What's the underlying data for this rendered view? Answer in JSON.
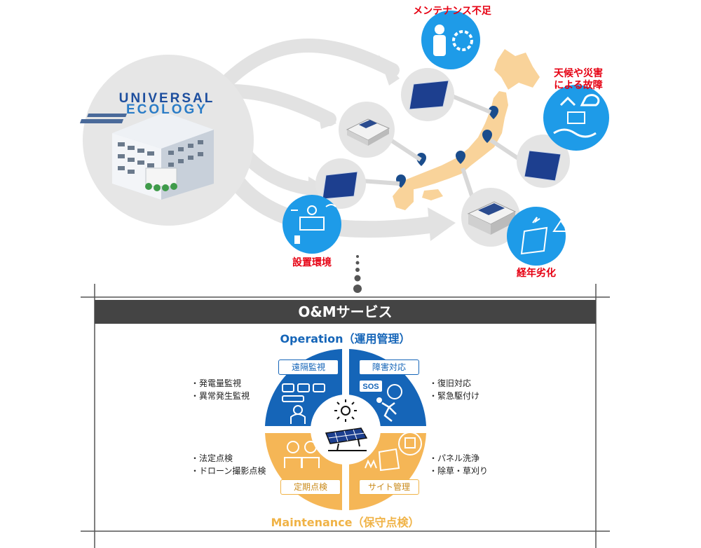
{
  "company": {
    "logo_line1": "UNIVERSAL",
    "logo_line2": "ECOLOGY"
  },
  "issues": {
    "maintenance": "メンテナンス不足",
    "weather_line1": "天候や災害",
    "weather_line2": "による故障",
    "environment": "設置環境",
    "aging": "経年劣化"
  },
  "service": {
    "title": "O&Mサービス",
    "operation_title": "Operation（運用管理）",
    "maintenance_title": "Maintenance（保守点検）",
    "quadrants": {
      "remote_monitoring": "遠隔監視",
      "fault_response": "障害対応",
      "periodic_inspection": "定期点検",
      "site_management": "サイト管理"
    },
    "bullets": {
      "remote_monitoring": [
        "・発電量監視",
        "・異常発生監視"
      ],
      "fault_response": [
        "・復旧対応",
        "・緊急駆付け"
      ],
      "periodic_inspection": [
        "・法定点検",
        "・ドローン撮影点検"
      ],
      "site_management": [
        "・パネル洗浄",
        "・除草・草刈り"
      ]
    },
    "sos_text": "SOS"
  },
  "colors": {
    "operation_blue": "#1565b8",
    "maintenance_orange": "#f5b656",
    "issue_red": "#e60012",
    "icon_circle_blue": "#1e9be8",
    "map_fill": "#f9d39a",
    "pin_blue": "#1a4c8c",
    "title_bar": "#444444"
  }
}
